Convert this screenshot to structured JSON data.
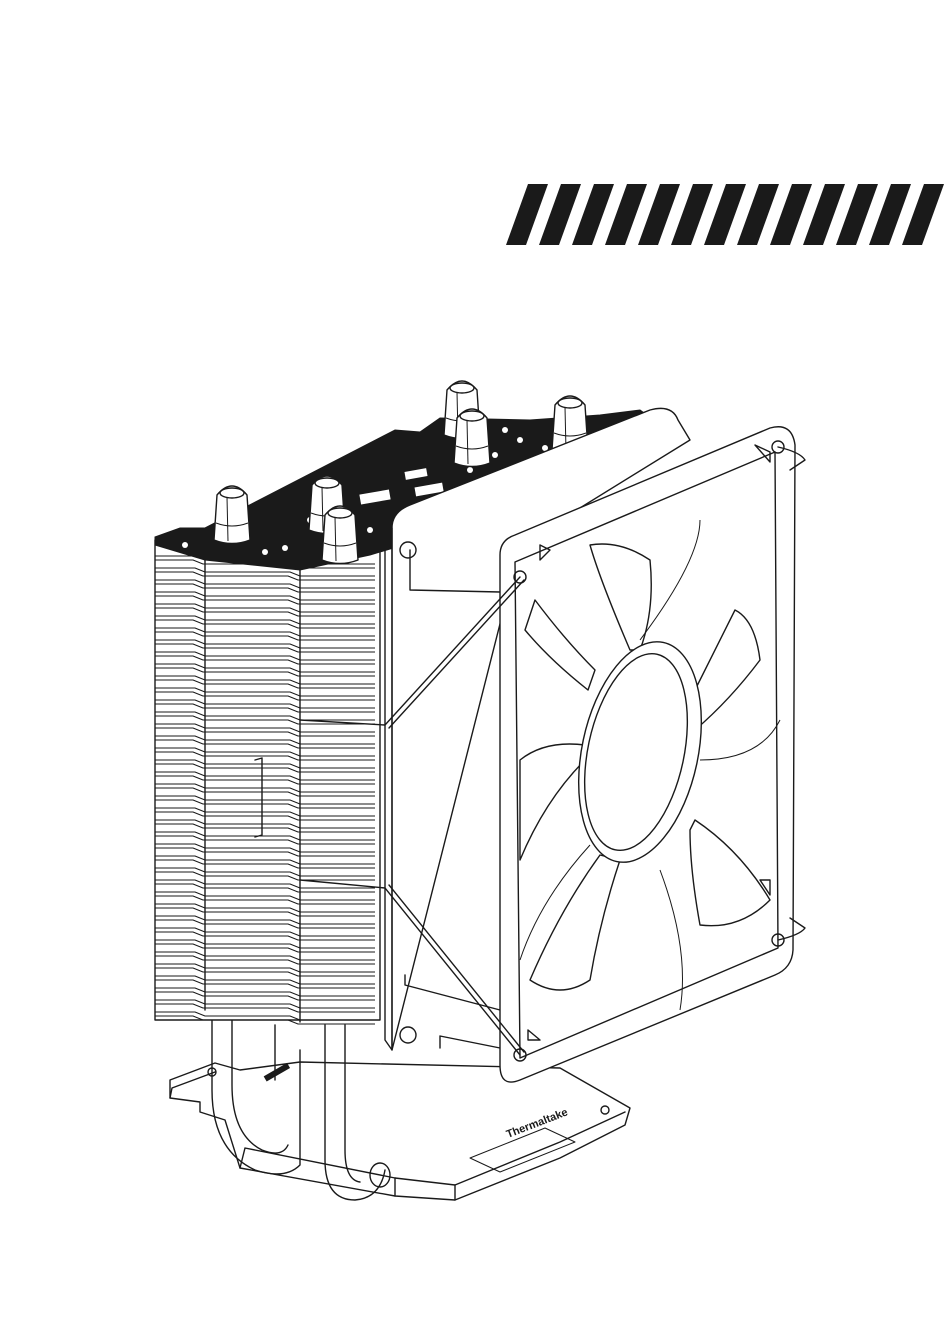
{
  "header": {
    "stripe_count": 13,
    "stripe_color": "#1a1a1a",
    "background_color": "#ffffff"
  },
  "figure": {
    "subject": "cpu-tower-cooler-with-fan-illustration",
    "base_logo_text": "Thermaltake",
    "line_color": "#1a1a1a"
  }
}
